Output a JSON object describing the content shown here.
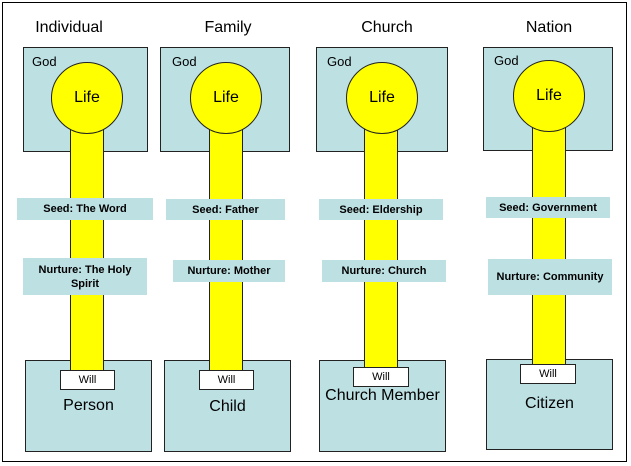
{
  "columns": [
    {
      "title": "Individual",
      "top_label": "God",
      "circle_label": "Life",
      "seed": "Seed: The Word",
      "nurture": "Nurture: The Holy Spirit",
      "will": "Will",
      "bottom": "Person"
    },
    {
      "title": "Family",
      "top_label": "God",
      "circle_label": "Life",
      "seed": "Seed: Father",
      "nurture": "Nurture: Mother",
      "will": "Will",
      "bottom": "Child"
    },
    {
      "title": "Church",
      "top_label": "God",
      "circle_label": "Life",
      "seed": "Seed: Eldership",
      "nurture": "Nurture: Church",
      "will": "Will",
      "bottom": "Church Member"
    },
    {
      "title": "Nation",
      "top_label": "God",
      "circle_label": "Life",
      "seed": "Seed: Government",
      "nurture": "Nurture: Community",
      "will": "Will",
      "bottom": "Citizen"
    }
  ],
  "colors": {
    "box_fill": "#bde0e3",
    "stem_fill": "#ffff00"
  }
}
